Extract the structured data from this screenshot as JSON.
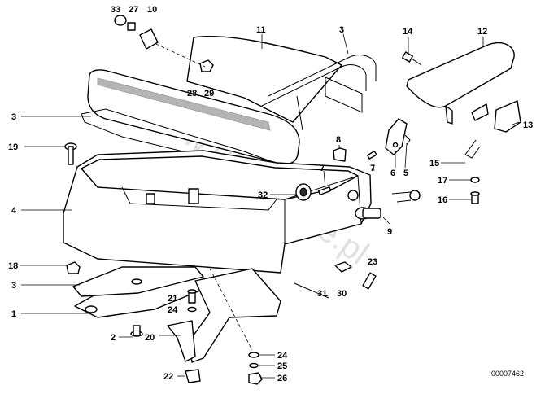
{
  "diagram": {
    "reference_number": "00007462",
    "watermark": "www.BMWstore.pl",
    "part_labels": [
      {
        "id": "l33",
        "text": "33"
      },
      {
        "id": "l27",
        "text": "27"
      },
      {
        "id": "l10",
        "text": "10"
      },
      {
        "id": "l11",
        "text": "11"
      },
      {
        "id": "l3a",
        "text": "3"
      },
      {
        "id": "l14",
        "text": "14"
      },
      {
        "id": "l12",
        "text": "12"
      },
      {
        "id": "l28",
        "text": "28"
      },
      {
        "id": "l29",
        "text": "29"
      },
      {
        "id": "l3b",
        "text": "3"
      },
      {
        "id": "l8",
        "text": "8"
      },
      {
        "id": "l19",
        "text": "19"
      },
      {
        "id": "l13",
        "text": "13"
      },
      {
        "id": "l6",
        "text": "6"
      },
      {
        "id": "l5",
        "text": "5"
      },
      {
        "id": "l7a",
        "text": "7"
      },
      {
        "id": "l7b",
        "text": "7"
      },
      {
        "id": "l15",
        "text": "15"
      },
      {
        "id": "l32",
        "text": "32"
      },
      {
        "id": "l17",
        "text": "17"
      },
      {
        "id": "l4",
        "text": "4"
      },
      {
        "id": "l16",
        "text": "16"
      },
      {
        "id": "l9",
        "text": "9"
      },
      {
        "id": "l18",
        "text": "18"
      },
      {
        "id": "l23",
        "text": "23"
      },
      {
        "id": "l3c",
        "text": "3"
      },
      {
        "id": "l31",
        "text": "31"
      },
      {
        "id": "l30",
        "text": "30"
      },
      {
        "id": "l21",
        "text": "21"
      },
      {
        "id": "l24a",
        "text": "24"
      },
      {
        "id": "l1",
        "text": "1"
      },
      {
        "id": "l2",
        "text": "2"
      },
      {
        "id": "l20",
        "text": "20"
      },
      {
        "id": "l24b",
        "text": "24"
      },
      {
        "id": "l25",
        "text": "25"
      },
      {
        "id": "l22",
        "text": "22"
      },
      {
        "id": "l26",
        "text": "26"
      }
    ]
  }
}
